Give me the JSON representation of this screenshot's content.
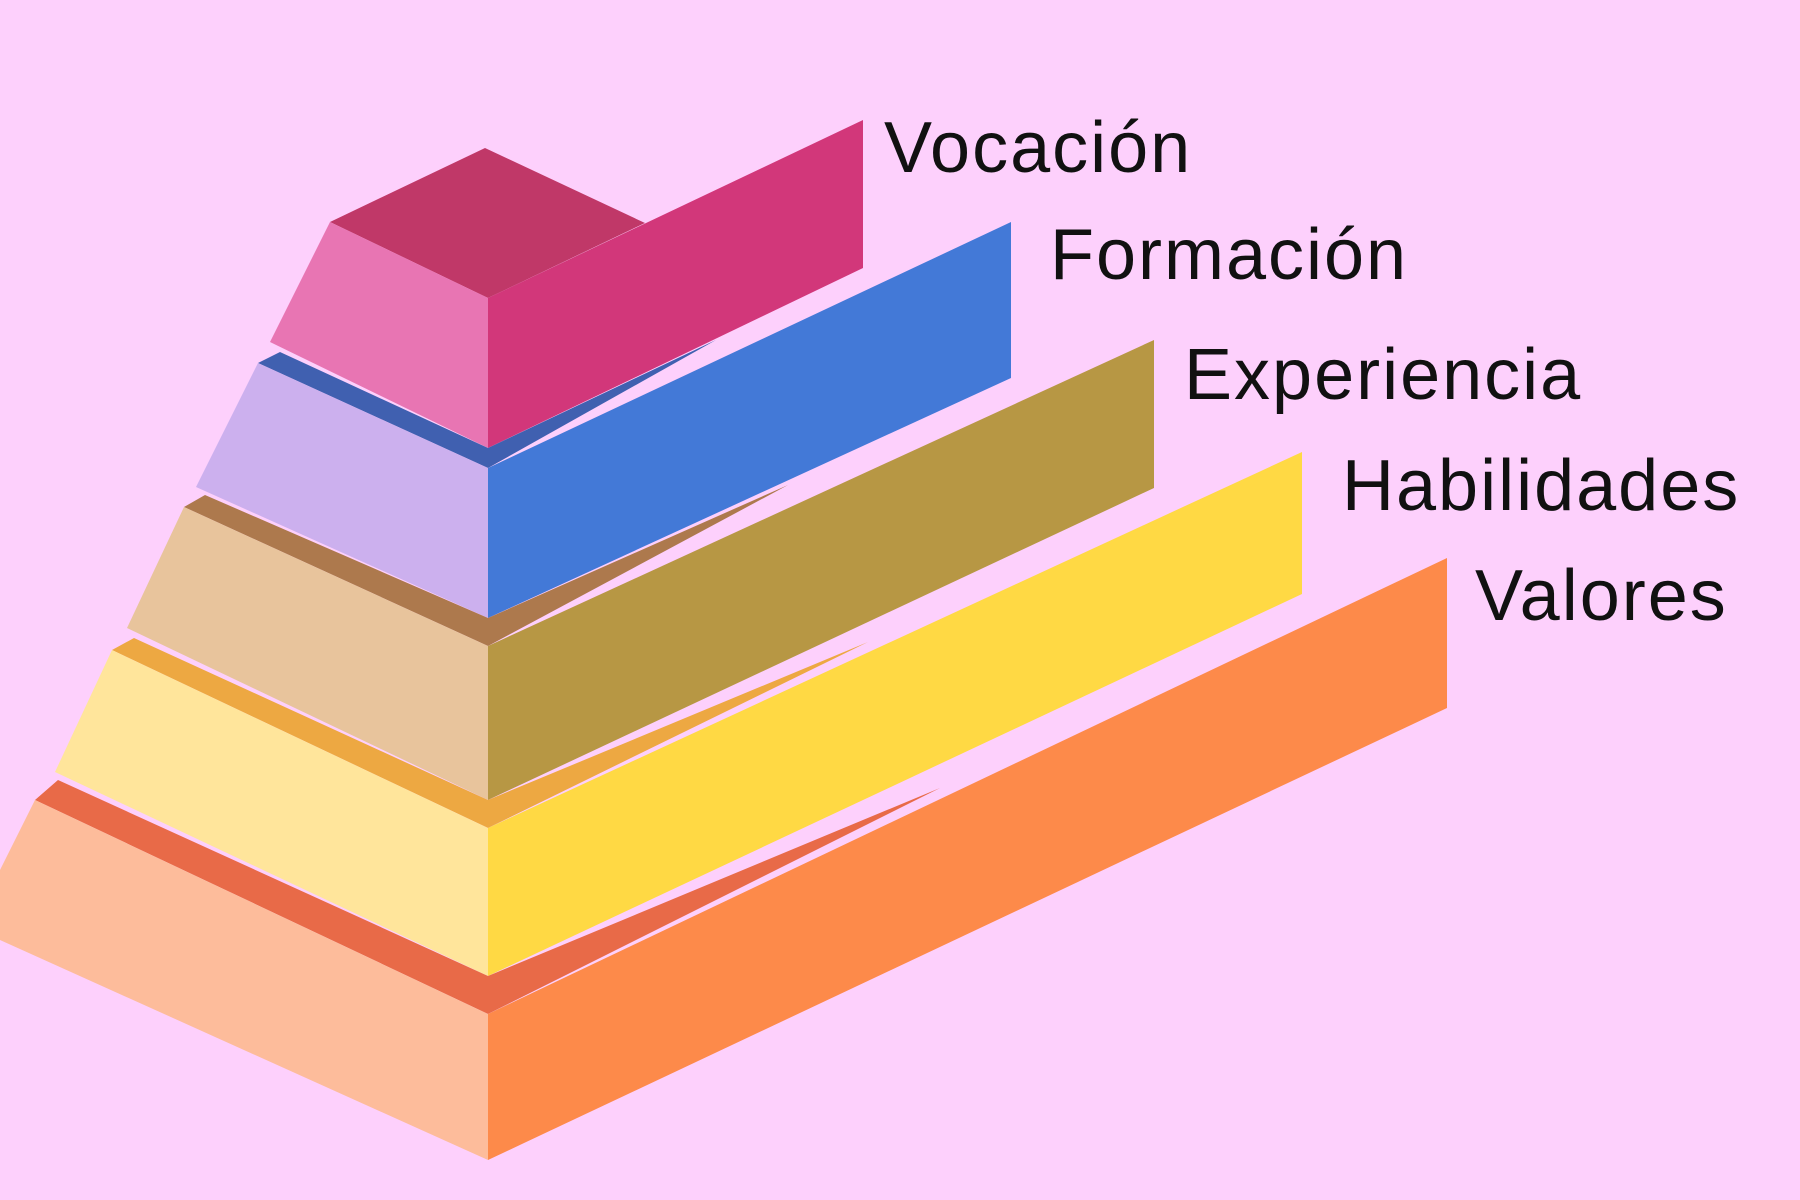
{
  "diagram": {
    "type": "stacked-pyramid",
    "background": "#fdd0fc",
    "layers": [
      {
        "label": "Vocación",
        "colors": {
          "front": "#d2377a",
          "side": "#e875b3",
          "top": "#c03868",
          "step": "#c03868"
        }
      },
      {
        "label": "Formación",
        "colors": {
          "front": "#4379d7",
          "side": "#ccb0ee",
          "top": "#3f5fb2",
          "step": "#4060b0"
        }
      },
      {
        "label": "Experiencia",
        "colors": {
          "front": "#b79744",
          "side": "#e8c49c",
          "top": "#ad794d",
          "step": "#ad794d"
        }
      },
      {
        "label": "Habilidades",
        "colors": {
          "front": "#ffd944",
          "side": "#ffe59b",
          "top": "#eda842",
          "step": "#eda842"
        }
      },
      {
        "label": "Valores",
        "colors": {
          "front": "#fd8a4a",
          "side": "#fdbc9b",
          "top": "#e86a48",
          "step": "#e86a48"
        }
      }
    ]
  }
}
